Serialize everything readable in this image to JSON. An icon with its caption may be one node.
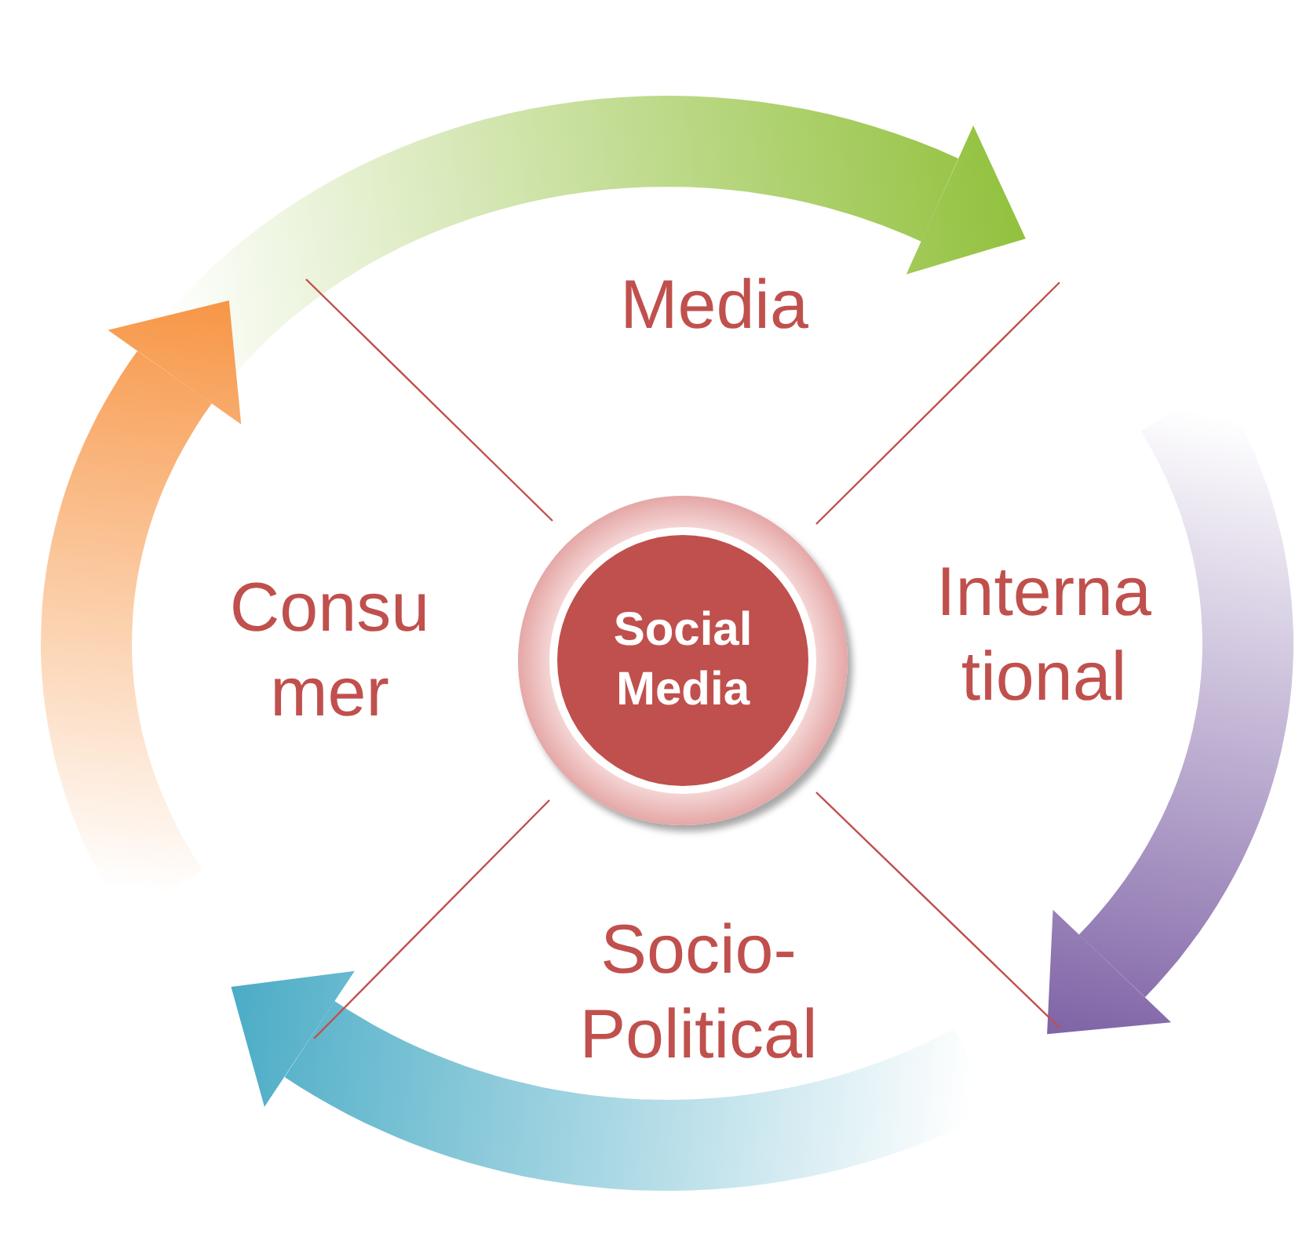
{
  "diagram": {
    "nodes": [
      {
        "text": [
          "Social Media"
        ]
      },
      {
        "text": [
          "Media"
        ]
      },
      {
        "text": [
          "Interna tional"
        ]
      },
      {
        "text": [
          "Socio- Political"
        ]
      },
      {
        "text": [
          "Consu mer"
        ]
      }
    ]
  }
}
